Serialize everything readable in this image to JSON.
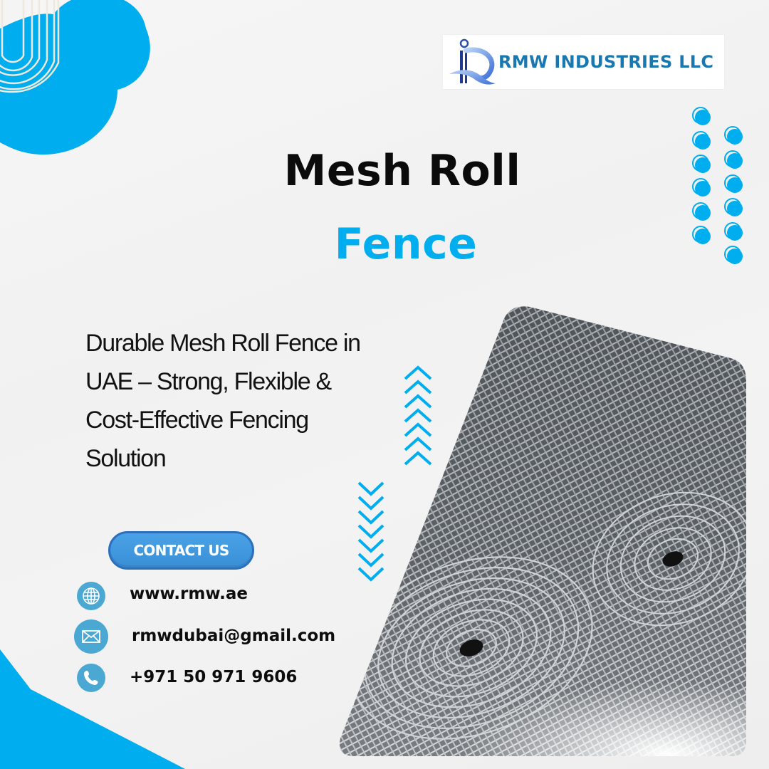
{
  "brand": {
    "name": "RMW INDUSTRIES LLC",
    "logo_icon": "rmw-iq-swoosh-logo",
    "color_text": "#1a78b0"
  },
  "headline": {
    "line1": "Mesh Roll",
    "line2": "Fence",
    "line2_color": "#00adee"
  },
  "description": {
    "lines": [
      "Durable Mesh Roll Fence in",
      "UAE – Strong, Flexible &",
      "Cost-Effective Fencing",
      "Solution"
    ]
  },
  "cta": {
    "label": "CONTACT US"
  },
  "contacts": [
    {
      "icon": "globe-icon",
      "text": "www.rmw.ae"
    },
    {
      "icon": "envelope-icon",
      "text": "rmwdubai@gmail.com"
    },
    {
      "icon": "phone-icon",
      "text": "+971 50 971 9606"
    }
  ],
  "decor": {
    "accent_color": "#00adee",
    "dots_left_column": 6,
    "dots_right_column": 6,
    "chevrons_up": 7,
    "chevrons_down": 7,
    "product_image": "galvanized-welded-wire-mesh-rolls"
  }
}
